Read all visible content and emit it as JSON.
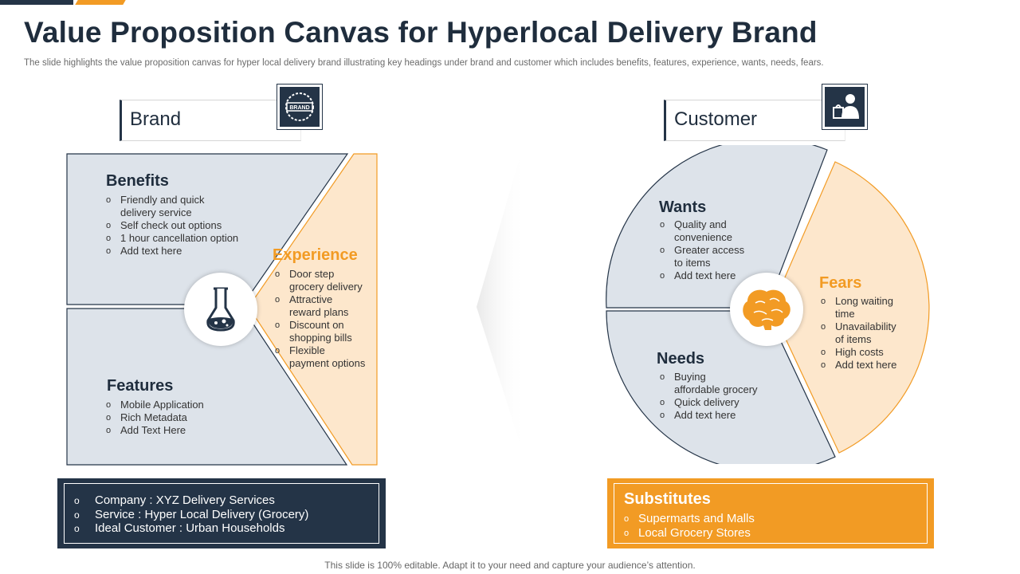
{
  "title": "Value Proposition Canvas for Hyperlocal Delivery Brand",
  "subtitle": "The slide highlights the value proposition canvas for hyper local delivery  brand illustrating key headings under brand and customer which includes benefits, features, experience, wants, needs, fears.",
  "brand": {
    "header": "Brand",
    "icon_text": "BRAND",
    "benefits": {
      "title": "Benefits",
      "items": [
        "Friendly and quick",
        "delivery service",
        "Self check out options",
        "1 hour cancellation option",
        "Add text here"
      ]
    },
    "features": {
      "title": "Features",
      "items": [
        "Mobile Application",
        "Rich Metadata",
        "Add Text Here"
      ]
    },
    "experience": {
      "title": "Experience",
      "items": [
        "Door step",
        "grocery delivery",
        "Attractive",
        "reward  plans",
        "Discount on",
        "shopping bills",
        "Flexible",
        "payment options"
      ]
    }
  },
  "customer": {
    "header": "Customer",
    "wants": {
      "title": "Wants",
      "items": [
        "Quality and",
        "convenience",
        "Greater access",
        "to items",
        "Add text here"
      ]
    },
    "needs": {
      "title": "Needs",
      "items": [
        "Buying",
        "affordable  grocery",
        "Quick delivery",
        "Add text here"
      ]
    },
    "fears": {
      "title": "Fears",
      "items": [
        "Long waiting",
        "time",
        "Unavailability",
        "of items",
        "High costs",
        "Add text here"
      ]
    }
  },
  "info": {
    "items": [
      "Company : XYZ Delivery Services",
      "Service : Hyper Local Delivery (Grocery)",
      "Ideal Customer : Urban Households"
    ]
  },
  "substitutes": {
    "title": "Substitutes",
    "items": [
      "Supermarts and Malls",
      "Local Grocery Stores"
    ]
  },
  "footer": "This slide is 100% editable. Adapt it to your need and capture your audience’s attention.",
  "colors": {
    "navy": "#243447",
    "orange": "#f29b24",
    "panel_grey": "#dde3ea",
    "panel_peach": "#fde7cc"
  },
  "icons": [
    "brand-badge-icon",
    "customer-shopping-icon",
    "flask-icon",
    "brain-icon"
  ]
}
